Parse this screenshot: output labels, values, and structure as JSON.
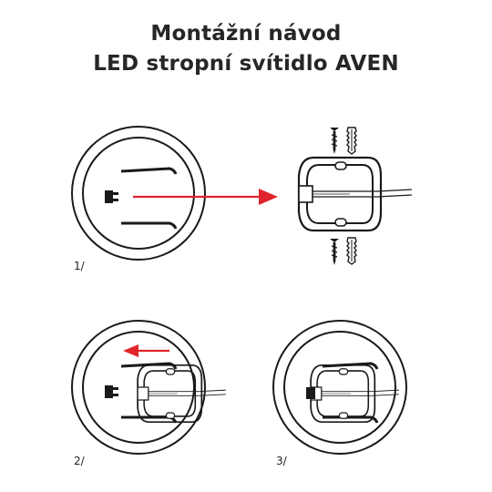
{
  "title": {
    "line1": "Montážní návod",
    "line2": "LED stropní svítidlo AVEN"
  },
  "steps": [
    {
      "label": "1/"
    },
    {
      "label": "2/"
    },
    {
      "label": "3/"
    }
  ],
  "colors": {
    "arrow": "#e0242b",
    "line": "#1a1a1a",
    "background": "#ffffff"
  }
}
